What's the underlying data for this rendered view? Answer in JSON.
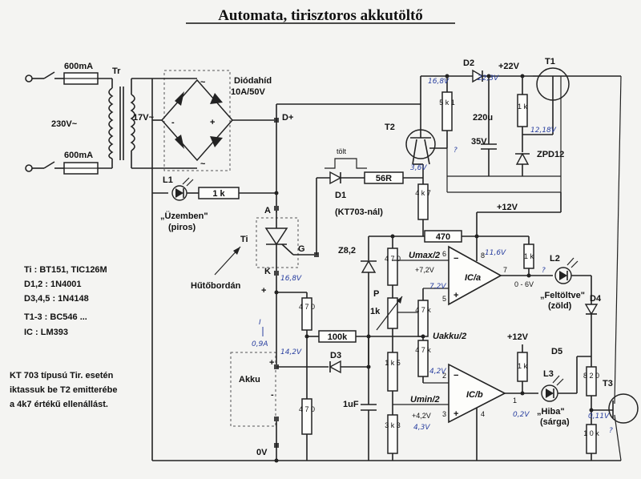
{
  "title": "Automata, tirisztoros akkutöltő",
  "mains": {
    "fuse_top": "600mA",
    "fuse_bottom": "600mA",
    "voltage": "230V~",
    "transformer": "Tr",
    "secondary": "17V~"
  },
  "bridge": {
    "name": "Diódahíd",
    "rating": "10A/50V",
    "ac_top": "~",
    "ac_bottom": "~",
    "plus": "+",
    "minus": "-",
    "node": "D+"
  },
  "l1": {
    "ref": "L1",
    "resistor": "1 k",
    "label1": "„Üzemben\"",
    "label2": "(piros)"
  },
  "thyristor": {
    "ref": "Ti",
    "anode": "A",
    "cathode": "K",
    "gate": "G",
    "heatsink": "Hűtőbordán",
    "plus": "+"
  },
  "charge": {
    "pulse": "tölt",
    "diode": "D1",
    "resistor": "56R",
    "note": "(KT703-nál)",
    "r_4k7": "4 k 7"
  },
  "top": {
    "r_5k1": "5 k 1",
    "d2": "D2",
    "v22": "+22V",
    "t1": "T1",
    "cap": "220u",
    "cap_v": "35V",
    "r_1k": "1 k",
    "zener": "ZPD12",
    "t2": "T2",
    "v12": "+12V"
  },
  "reference": {
    "zener": "Z8,2",
    "r_470": "470",
    "r_470b": "4 7 0",
    "pot": "P",
    "pot_val": "1k",
    "umax": "Umax/2",
    "umax_v": "+7,2V",
    "r_47k_a": "4 7 k",
    "r_1k5": "1 k 5",
    "r_3k3": "3 k 3",
    "r_47k_b": "4 7 k",
    "uakku": "Uakku/2",
    "umin": "Umin/2",
    "umin_v": "+4,2V"
  },
  "opamp_a": {
    "name": "IC/a",
    "pin6": "6",
    "pin5": "5",
    "pin7": "7",
    "pin8": "8",
    "out_range": "0 - 6V",
    "r_1k": "1 k"
  },
  "opamp_b": {
    "name": "IC/b",
    "pin2": "2",
    "pin3": "3",
    "pin1": "1",
    "pin4": "4",
    "v12": "+12V",
    "r_1k": "1 k"
  },
  "leds": {
    "l2": "L2",
    "l2_label1": "„Feltöltve\"",
    "l2_label2": "(zöld)",
    "l3": "L3",
    "l3_label1": "„Hiba\"",
    "l3_label2": "(sárga)",
    "d4": "D4",
    "d5": "D5",
    "r_820": "8 2 0",
    "r_10k": "1 0 k",
    "t3": "T3"
  },
  "battery": {
    "name": "Akku",
    "plus": "+",
    "minus": "-",
    "r_470": "4 7 0",
    "r_100k": "100k",
    "d3": "D3",
    "cap": "1uF",
    "gnd": "0V"
  },
  "parts": [
    "Ti : BT151,  TIC126M",
    "D1,2 : 1N4001",
    "D3,4,5 : 1N4148",
    "T1-3 : BC546 ...",
    "IC : LM393"
  ],
  "note": [
    "KT 703 típusú Tir. esetén",
    "iktassuk be T2 emitterébe",
    "a 4k7 értékű ellenállást."
  ],
  "handwritten": {
    "v16_8": "16,8V",
    "v22_3": "22,3V",
    "v12_18": "12,18V",
    "v3_6": "3,6V",
    "q1": "?",
    "v11_6": "11,6V",
    "q2": "?",
    "v7_2": "7,2V",
    "v16_8b": "16,8V",
    "current": "I",
    "i09": "0,9A",
    "v14_2": "14,2V",
    "v4_2": "4,2V",
    "v4_3": "4,3V",
    "v0_2": "0,2V",
    "v0_11": "0,11V",
    "q3": "?"
  },
  "colors": {
    "ink": "#222222",
    "handwriting": "#2a40a0",
    "paper": "#f4f4f2"
  }
}
